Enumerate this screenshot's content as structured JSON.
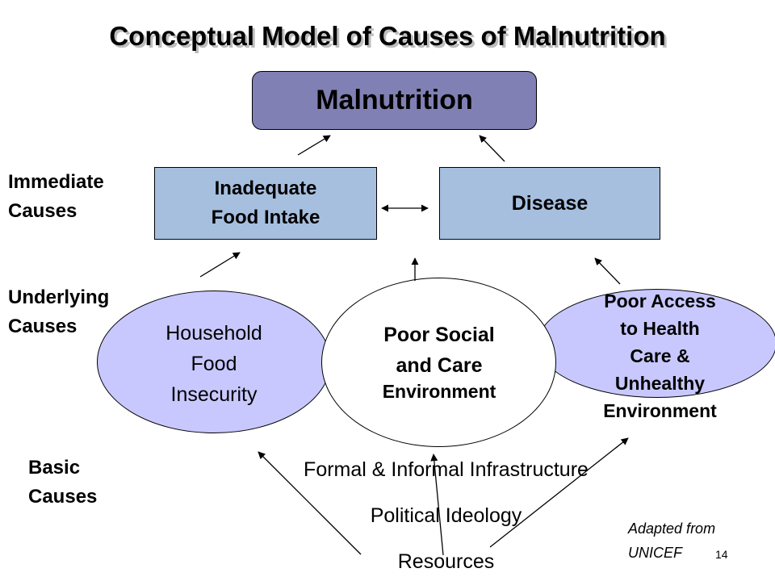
{
  "title": "Conceptual Model of Causes of Malnutrition",
  "levels": {
    "immediate": [
      "Immediate",
      "Causes"
    ],
    "underlying": [
      "Underlying",
      "Causes"
    ],
    "basic": [
      "Basic",
      "Causes"
    ]
  },
  "nodes": {
    "malnutrition": "Malnutrition",
    "food_intake": [
      "Inadequate",
      "Food Intake"
    ],
    "disease": "Disease",
    "household": [
      "Household",
      "Food",
      "Insecurity"
    ],
    "social_care": [
      "Poor Social",
      "and Care"
    ],
    "social_care_env": "Environment",
    "health_access": [
      "Poor Access",
      "to Health",
      "Care &",
      "Unhealthy",
      "Environment"
    ]
  },
  "basic_causes": {
    "infrastructure": "Formal & Informal Infrastructure",
    "ideology": "Political Ideology",
    "resources": "Resources"
  },
  "attribution": [
    "Adapted from",
    "UNICEF"
  ],
  "page_number": "14",
  "colors": {
    "malnutrition_fill": "#8080b4",
    "immediate_fill": "#a6bfdf",
    "underlying_fill": "#c8c8ff"
  }
}
